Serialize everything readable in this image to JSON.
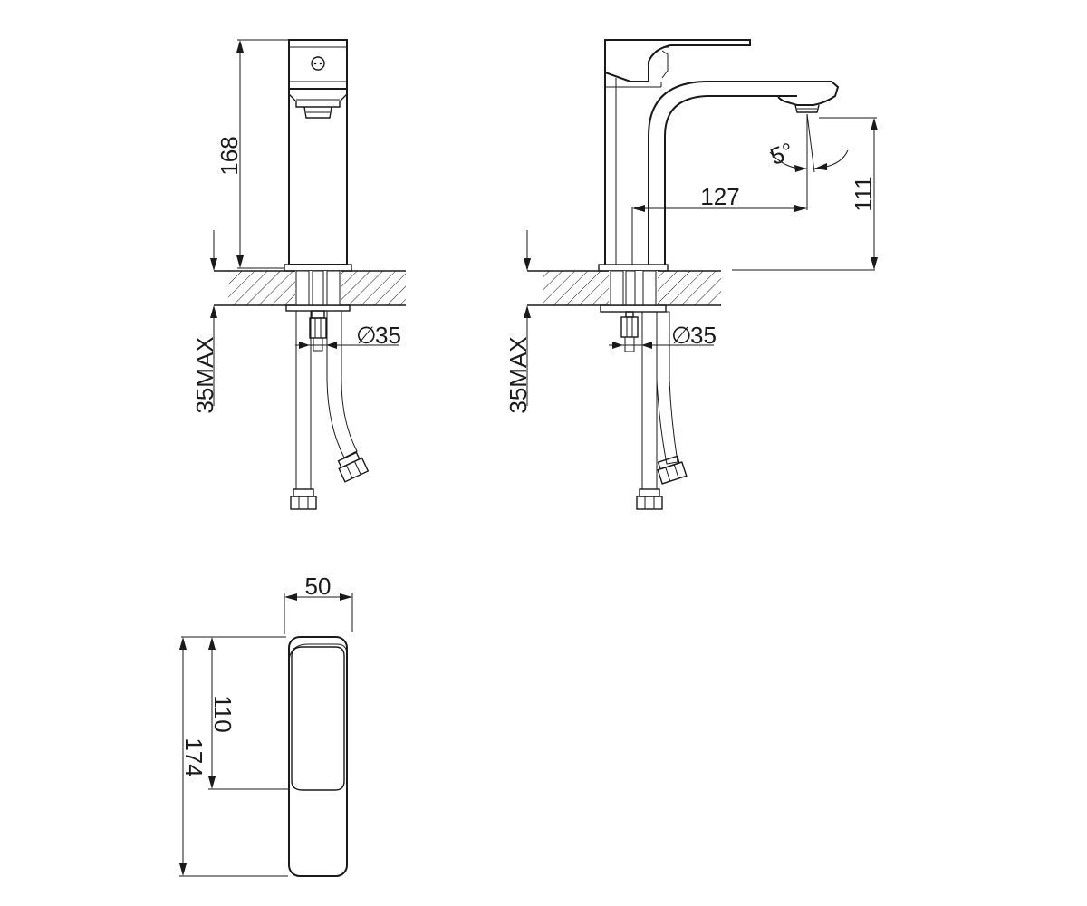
{
  "dimensions": {
    "front_height": "168",
    "front_deck_max_left": "35MAX",
    "front_hole_diameter": "35",
    "side_deck_max": "35MAX",
    "side_hole_diameter": "35",
    "spout_reach": "127",
    "spout_clearance": "111",
    "spout_angle": "5°",
    "top_width": "50",
    "top_handle_length": "110",
    "top_total_length": "174"
  },
  "symbols": {
    "diameter": "∅"
  },
  "colors": {
    "line": "#1a1a1a",
    "background": "#ffffff"
  }
}
